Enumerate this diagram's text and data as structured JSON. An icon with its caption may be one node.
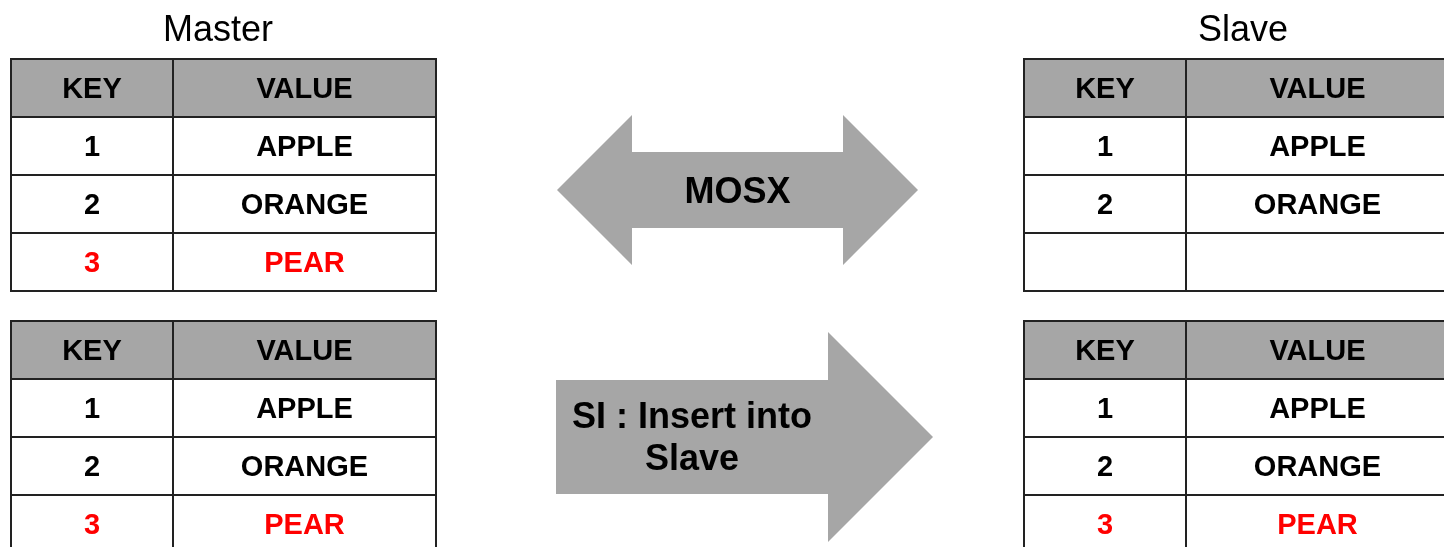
{
  "diagram": {
    "nodes": [
      {
        "text": [
          "KEY",
          "VALUE",
          "1",
          "APPLE",
          "2",
          "ORANGE",
          "3",
          "PEAR"
        ]
      },
      {
        "text": [
          "KEY",
          "VALUE",
          "1",
          "APPLE",
          "2",
          "ORANGE"
        ]
      },
      {
        "text": [
          "KEY",
          "VALUE",
          "1",
          "APPLE",
          "2",
          "ORANGE",
          "3",
          "PEAR"
        ]
      },
      {
        "text": [
          "KEY",
          "VALUE",
          "1",
          "APPLE",
          "2",
          "ORANGE",
          "3",
          "PEAR"
        ]
      }
    ],
    "edges": [
      {
        "from": 0,
        "to": 1,
        "arrow": "both",
        "label": "MOSX"
      },
      {
        "from": 2,
        "to": 3,
        "arrow": "to",
        "label": "SI : Insert into Slave"
      }
    ],
    "labels": [
      "Master",
      "Slave"
    ]
  }
}
